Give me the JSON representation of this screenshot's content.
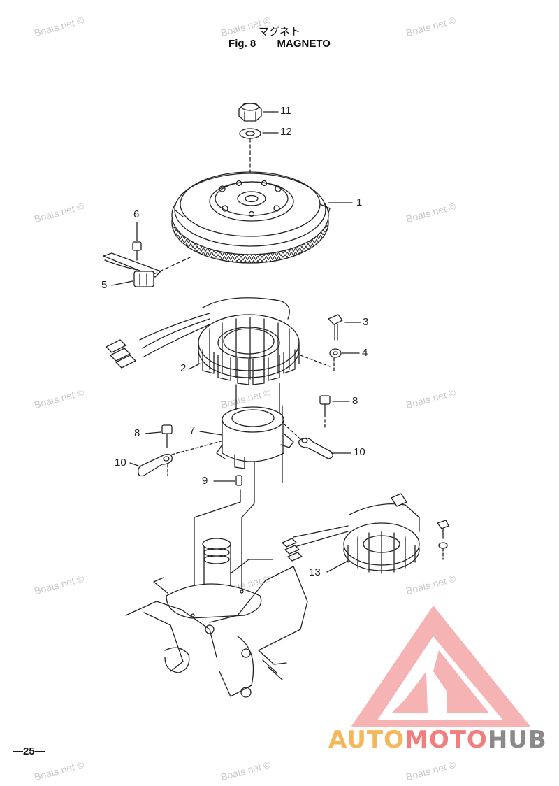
{
  "title": {
    "jp": "マグネト",
    "fig": "Fig. 8",
    "name": "MAGNETO"
  },
  "watermark": "Boats.net ©",
  "callouts": [
    {
      "id": "c11",
      "label": "11"
    },
    {
      "id": "c12",
      "label": "12"
    },
    {
      "id": "c1",
      "label": "1"
    },
    {
      "id": "c6",
      "label": "6"
    },
    {
      "id": "c5",
      "label": "5"
    },
    {
      "id": "c3",
      "label": "3"
    },
    {
      "id": "c4",
      "label": "4"
    },
    {
      "id": "c2",
      "label": "2"
    },
    {
      "id": "c8r",
      "label": "8"
    },
    {
      "id": "c7",
      "label": "7"
    },
    {
      "id": "c8l",
      "label": "8"
    },
    {
      "id": "c10r",
      "label": "10"
    },
    {
      "id": "c10l",
      "label": "10"
    },
    {
      "id": "c9",
      "label": "9"
    },
    {
      "id": "c13",
      "label": "13"
    }
  ],
  "page_number": "—25—",
  "logo": {
    "part1": "AUTO",
    "part2": "MOTO",
    "part3": "HUB",
    "colors": {
      "orange": "#f6b65a",
      "red": "#f27d7d",
      "gray": "#8a8a8a"
    }
  }
}
